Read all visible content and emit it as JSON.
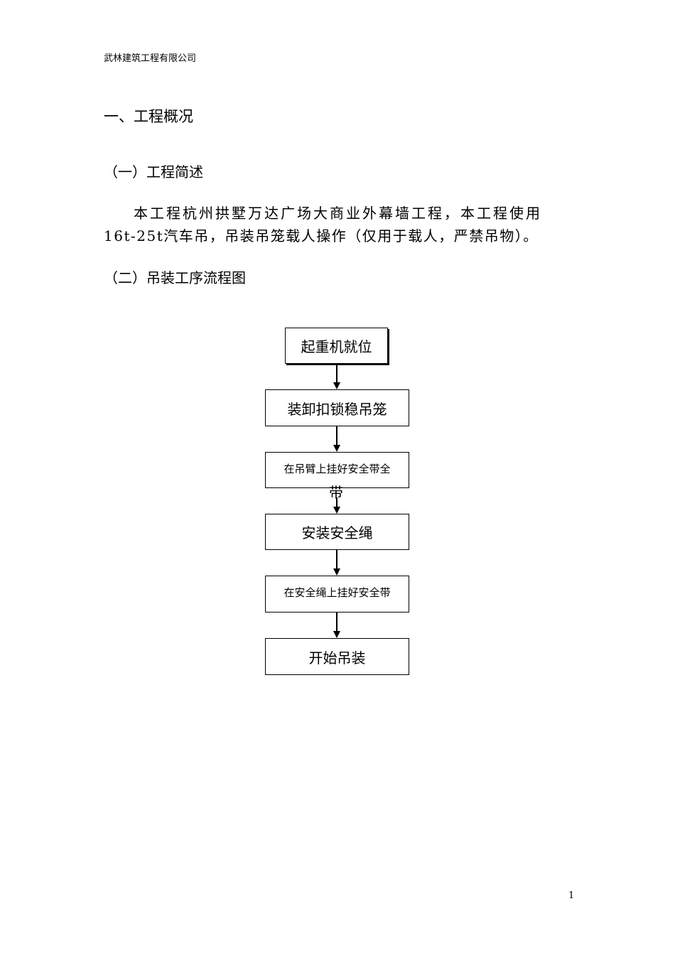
{
  "header": {
    "company": "武林建筑工程有限公司"
  },
  "sections": {
    "heading1": "一、工程概况",
    "sub1": "（一）工程简述",
    "para_line1": "本工程杭州拱墅万达广场大商业外幕墙工程，本工程使用",
    "para_line2": "16t-25t汽车吊，吊装吊笼载人操作（仅用于载人，严禁吊物）。",
    "sub2": "（二）吊装工序流程图"
  },
  "flowchart": {
    "step1": "起重机就位",
    "step2": "装卸扣锁稳吊笼",
    "step3_line1": "在吊臂上挂好安全带全",
    "step3_line2": "带",
    "step4": "安装安全绳",
    "step5": "在安全绳上挂好安全带",
    "step6": "开始吊装"
  },
  "footer": {
    "page_number": "1"
  }
}
